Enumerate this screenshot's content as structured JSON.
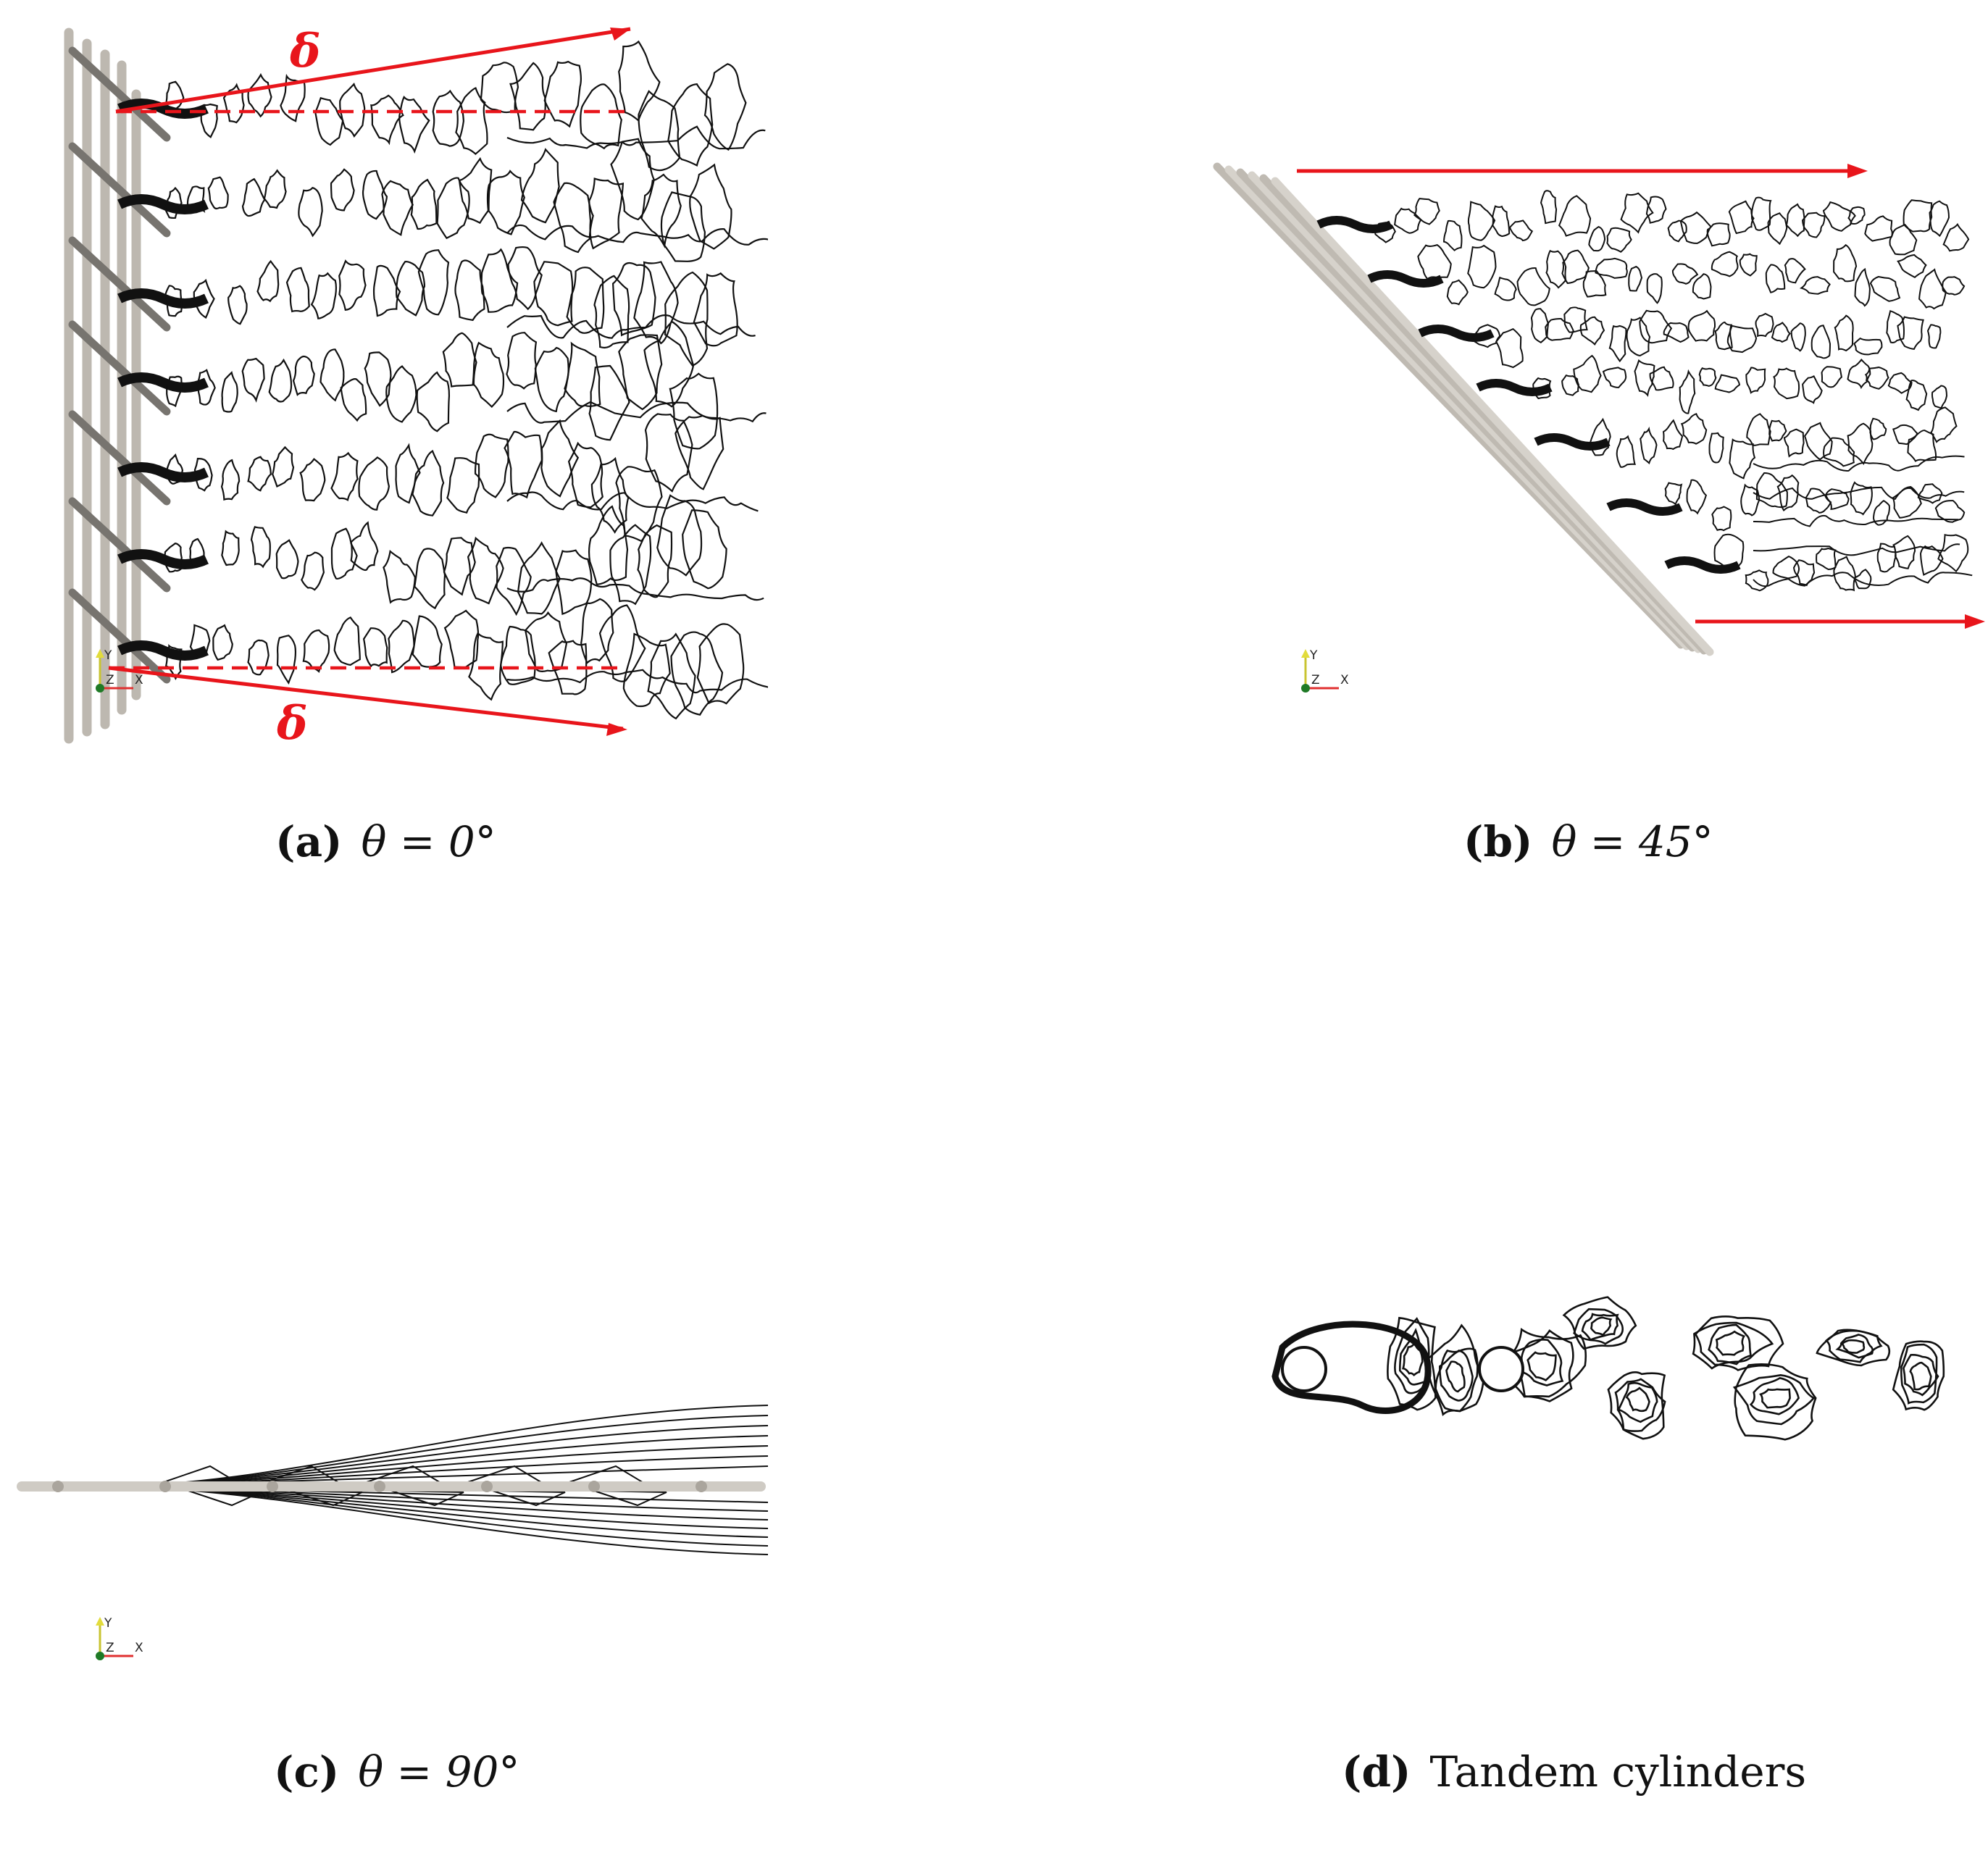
{
  "figure": {
    "panels": [
      {
        "id": "a",
        "label": "(a)",
        "caption": "θ = 0°",
        "delta_top": "δ",
        "delta_bottom": "δ"
      },
      {
        "id": "b",
        "label": "(b)",
        "caption": "θ = 45°"
      },
      {
        "id": "c",
        "label": "(c)",
        "caption": "θ = 90°"
      },
      {
        "id": "d",
        "label": "(d)",
        "caption": "Tandem cylinders"
      }
    ],
    "axes_triad": {
      "y": "Y",
      "z": "Z",
      "x": "X"
    }
  },
  "colors": {
    "annotation_red": "#e8151b",
    "cylinder_gray": "#cfcbc4",
    "contour": "#111111"
  }
}
